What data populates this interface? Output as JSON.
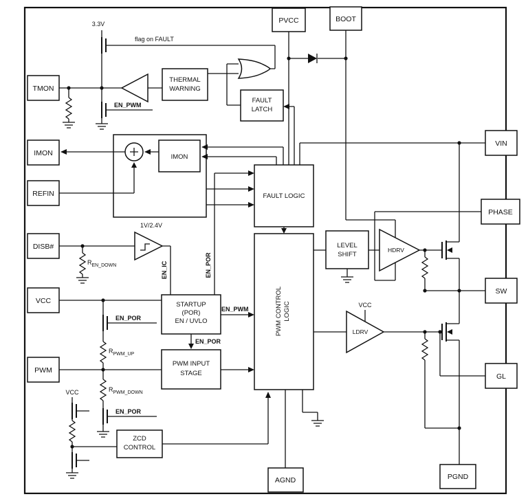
{
  "colors": {
    "ink": "#111111",
    "background": "#ffffff"
  },
  "pins": {
    "pvcc": "PVCC",
    "boot": "BOOT",
    "tmon": "TMON",
    "imon": "IMON",
    "refin": "REFIN",
    "disb": "DISB#",
    "vcc": "VCC",
    "pwm": "PWM",
    "vin": "VIN",
    "phase": "PHASE",
    "sw": "SW",
    "gl": "GL",
    "pgnd": "PGND",
    "agnd": "AGND"
  },
  "blocks": {
    "thermal_warning": {
      "line1": "THERMAL",
      "line2": "WARNING"
    },
    "fault_latch": {
      "line1": "FAULT",
      "line2": "LATCH"
    },
    "imon": "IMON",
    "fault_logic": "FAULT LOGIC",
    "level_shift": {
      "line1": "LEVEL",
      "line2": "SHIFT"
    },
    "hdrv": "HDRV",
    "ldrv": "LDRV",
    "pwm_control_logic": {
      "line1": "PWM CONTROL",
      "line2": "LOGIC"
    },
    "startup": {
      "line1": "STARTUP",
      "line2": "(POR)",
      "line3": "EN / UVLO"
    },
    "pwm_input_stage": {
      "line1": "PWM INPUT",
      "line2": "STAGE"
    },
    "zcd_control": {
      "line1": "ZCD",
      "line2": "CONTROL"
    }
  },
  "labels": {
    "rail_3v3": "3.3V",
    "flag_on_fault": "flag on FAULT",
    "en_pwm_gate": "EN_PWM",
    "vth": "1V/2.4V",
    "r_en_down": {
      "prefix": "R",
      "sub": "EN_DOWN"
    },
    "en_ic": "EN_IC",
    "en_por_vert": "EN_POR",
    "en_por_pullup": "EN_POR",
    "en_pwm_out": "EN_PWM",
    "en_por_out": "EN_POR",
    "r_pwm_up": {
      "prefix": "R",
      "sub": "PWM_UP"
    },
    "r_pwm_down": {
      "prefix": "R",
      "sub": "PWM_DOWN"
    },
    "vcc_zcd": "VCC",
    "en_por_pulldown": "EN_POR",
    "vcc_ldrv": "VCC"
  }
}
